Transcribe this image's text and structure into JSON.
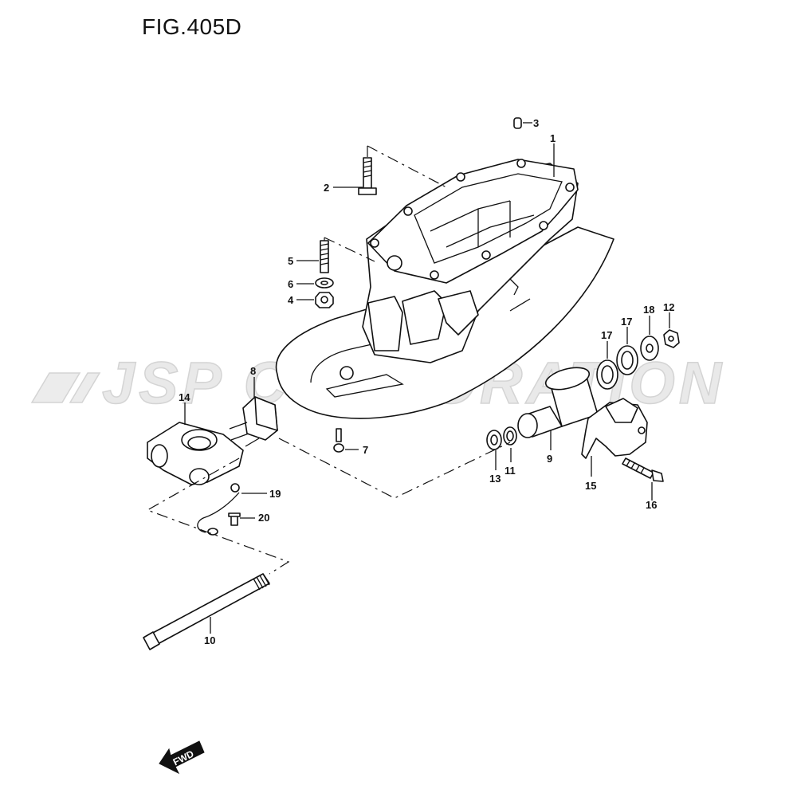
{
  "figure": {
    "title": "FIG.405D"
  },
  "watermark": {
    "text": "JSP CORPORATION"
  },
  "direction_marker": {
    "text": "FWD",
    "icon": "forward-arrow-icon"
  },
  "callouts": [
    {
      "id": "1",
      "label": "1"
    },
    {
      "id": "2",
      "label": "2"
    },
    {
      "id": "3",
      "label": "3"
    },
    {
      "id": "4",
      "label": "4"
    },
    {
      "id": "5",
      "label": "5"
    },
    {
      "id": "6",
      "label": "6"
    },
    {
      "id": "7",
      "label": "7"
    },
    {
      "id": "8",
      "label": "8"
    },
    {
      "id": "9",
      "label": "9"
    },
    {
      "id": "10",
      "label": "10"
    },
    {
      "id": "11",
      "label": "11"
    },
    {
      "id": "12",
      "label": "12"
    },
    {
      "id": "13",
      "label": "13"
    },
    {
      "id": "14",
      "label": "14"
    },
    {
      "id": "15",
      "label": "15"
    },
    {
      "id": "16",
      "label": "16"
    },
    {
      "id": "17a",
      "label": "17"
    },
    {
      "id": "17b",
      "label": "17"
    },
    {
      "id": "18",
      "label": "18"
    },
    {
      "id": "19",
      "label": "19"
    },
    {
      "id": "20",
      "label": "20"
    }
  ]
}
